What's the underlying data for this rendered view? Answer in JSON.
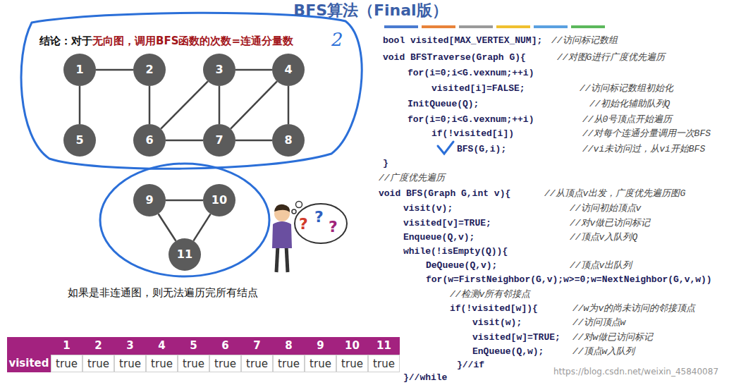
{
  "diagram": {
    "title": "BFS算法（Final版）",
    "nodes": [
      {
        "text": [
          "1"
        ]
      },
      {
        "text": [
          "2"
        ]
      },
      {
        "text": [
          "3"
        ]
      },
      {
        "text": [
          "4"
        ]
      },
      {
        "text": [
          "5"
        ]
      },
      {
        "text": [
          "6"
        ]
      },
      {
        "text": [
          "7"
        ]
      },
      {
        "text": [
          "8"
        ]
      },
      {
        "text": [
          "9"
        ]
      },
      {
        "text": [
          "10"
        ]
      },
      {
        "text": [
          "11"
        ]
      }
    ],
    "edges": [
      {
        "from": 0,
        "to": 1,
        "arrow": "none"
      },
      {
        "from": 0,
        "to": 4,
        "arrow": "none"
      },
      {
        "from": 1,
        "to": 5,
        "arrow": "none"
      },
      {
        "from": 2,
        "to": 3,
        "arrow": "none"
      },
      {
        "from": 2,
        "to": 5,
        "arrow": "none"
      },
      {
        "from": 2,
        "to": 6,
        "arrow": "none"
      },
      {
        "from": 3,
        "to": 6,
        "arrow": "none"
      },
      {
        "from": 3,
        "to": 7,
        "arrow": "none"
      },
      {
        "from": 5,
        "to": 6,
        "arrow": "none"
      },
      {
        "from": 6,
        "to": 7,
        "arrow": "none"
      },
      {
        "from": 8,
        "to": 9,
        "arrow": "none"
      },
      {
        "from": 8,
        "to": 10,
        "arrow": "none"
      },
      {
        "from": 9,
        "to": 10,
        "arrow": "none"
      }
    ],
    "labels": [
      "结论：对于",
      "无向图，调用BFS函数的次数=连通分量数",
      "2",
      "bool visited[MAX_VERTEX_NUM];",
      "//访问标记数组",
      "void BFSTraverse(Graph G){",
      "//对图G进行广度优先遍历",
      "for(i=0;i<G.vexnum;++i)",
      "visited[i]=FALSE;",
      "//访问标记数组初始化",
      "InitQueue(Q);",
      "//初始化辅助队列Q",
      "for(i=0;i<G.vexnum;++i)",
      "//从0号顶点开始遍历",
      "if(!visited[i])",
      "//对每个连通分量调用一次BFS",
      "BFS(G,i);",
      "//vi未访问过，从vi开始BFS",
      "}",
      "//广度优先遍历",
      "void BFS(Graph G,int v){",
      "//从顶点v出发，广度优先遍历图G",
      "visit(v);",
      "//访问初始顶点v",
      "visited[v]=TRUE;",
      "//对v做已访问标记",
      "Enqueue(Q,v);",
      "//顶点v入队列Q",
      "while(!isEmpty(Q)){",
      "DeQueue(Q,v);",
      "//顶点v出队列",
      "for(w=FirstNeighbor(G,v);w>=0;w=NextNeighbor(G,v,w))",
      "//检测v所有邻接点",
      "if(!visited[w]){",
      "//w为v的尚未访问的邻接顶点",
      "visit(w);",
      "//访问顶点w",
      "visited[w]=TRUE;",
      "//对w做已访问标记",
      "EnQueue(Q,w);",
      "//顶点w入队列",
      "}//if",
      "}//while",
      "?",
      "?",
      "?",
      "如果是非连通图，则无法遍历完所有结点",
      "visited",
      "1",
      "2",
      "3",
      "4",
      "5",
      "6",
      "7",
      "8",
      "9",
      "10",
      "11",
      "true",
      "true",
      "true",
      "true",
      "true",
      "true",
      "true",
      "true",
      "true",
      "true",
      "true",
      "https://blog.csdn.net/weixin_45840087"
    ]
  }
}
